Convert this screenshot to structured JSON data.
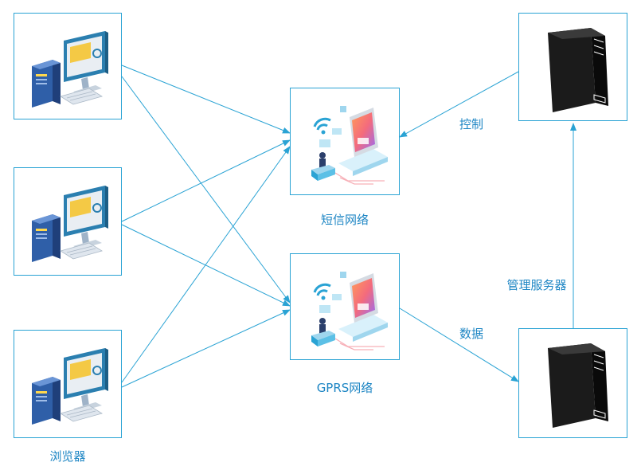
{
  "colors": {
    "connector": "#2aa3d4",
    "label": "#1e86c4",
    "monitor_frame": "#2b7fb0",
    "monitor_screen": "#f4c945",
    "tower": "#1b1b1b",
    "accent_pink": "#f46b7c"
  },
  "browser_group": {
    "label": "浏览器",
    "computers": [
      {
        "icon": "desktop-computer-icon"
      },
      {
        "icon": "desktop-computer-icon"
      },
      {
        "icon": "desktop-computer-icon"
      }
    ]
  },
  "networks": [
    {
      "id": "sms",
      "label": "短信网络",
      "icon": "network-illustration-icon"
    },
    {
      "id": "gprs",
      "label": "GPRS网络",
      "icon": "network-illustration-icon"
    }
  ],
  "servers": {
    "label": "管理服务器",
    "units": [
      {
        "id": "top",
        "icon": "server-tower-icon"
      },
      {
        "id": "bottom",
        "icon": "server-tower-icon"
      }
    ]
  },
  "edges": {
    "control_label": "控制",
    "data_label": "数据"
  }
}
